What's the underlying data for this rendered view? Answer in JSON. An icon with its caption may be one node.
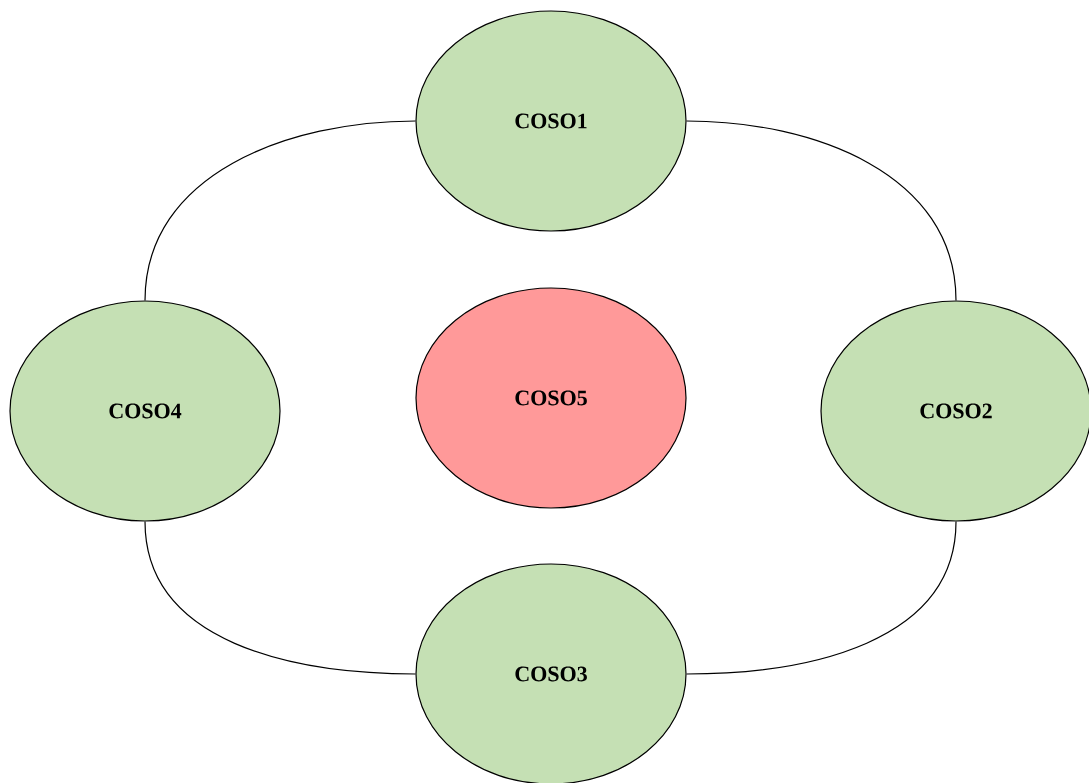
{
  "diagram": {
    "nodes": [
      {
        "text": [
          "COSO1"
        ]
      },
      {
        "text": [
          "COSO4"
        ]
      },
      {
        "text": [
          "COSO5"
        ]
      },
      {
        "text": [
          "COSO2"
        ]
      },
      {
        "text": [
          "COSO3"
        ]
      }
    ],
    "edges": [
      {
        "from": 0,
        "to": 1,
        "arrow": "none"
      },
      {
        "from": 0,
        "to": 3,
        "arrow": "none"
      },
      {
        "from": 3,
        "to": 4,
        "arrow": "none"
      },
      {
        "from": 1,
        "to": 4,
        "arrow": "none"
      }
    ]
  }
}
